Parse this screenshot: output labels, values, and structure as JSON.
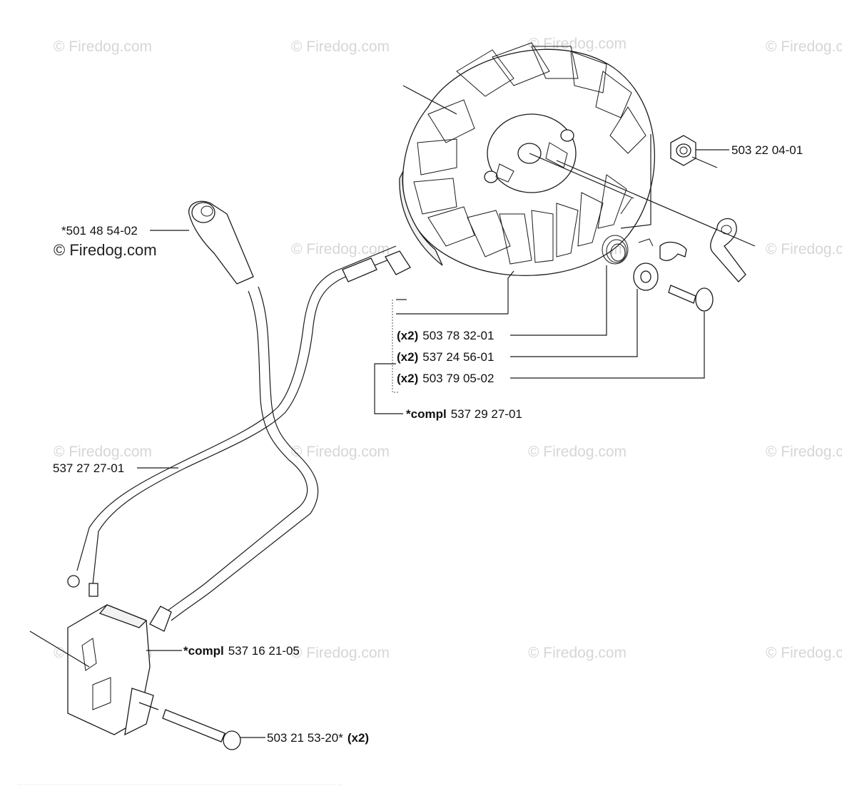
{
  "watermark": "© Firedog.com",
  "labels": {
    "nut": "503 22 04-01",
    "spark_cap": "*501 48 54-02",
    "spring_qty": "(x2)",
    "spring": "503 78 32-01",
    "washer_qty": "(x2)",
    "washer": "537 24 56-01",
    "pin_qty": "(x2)",
    "pin": "503 79 05-02",
    "flywheel_compl_prefix": "*compl",
    "flywheel_compl": "537 29 27-01",
    "cable": "537 27 27-01",
    "module_compl_prefix": "*compl",
    "module_compl": "537 16 21-05",
    "screw": "503 21 53-20*",
    "screw_qty": "(x2)"
  }
}
